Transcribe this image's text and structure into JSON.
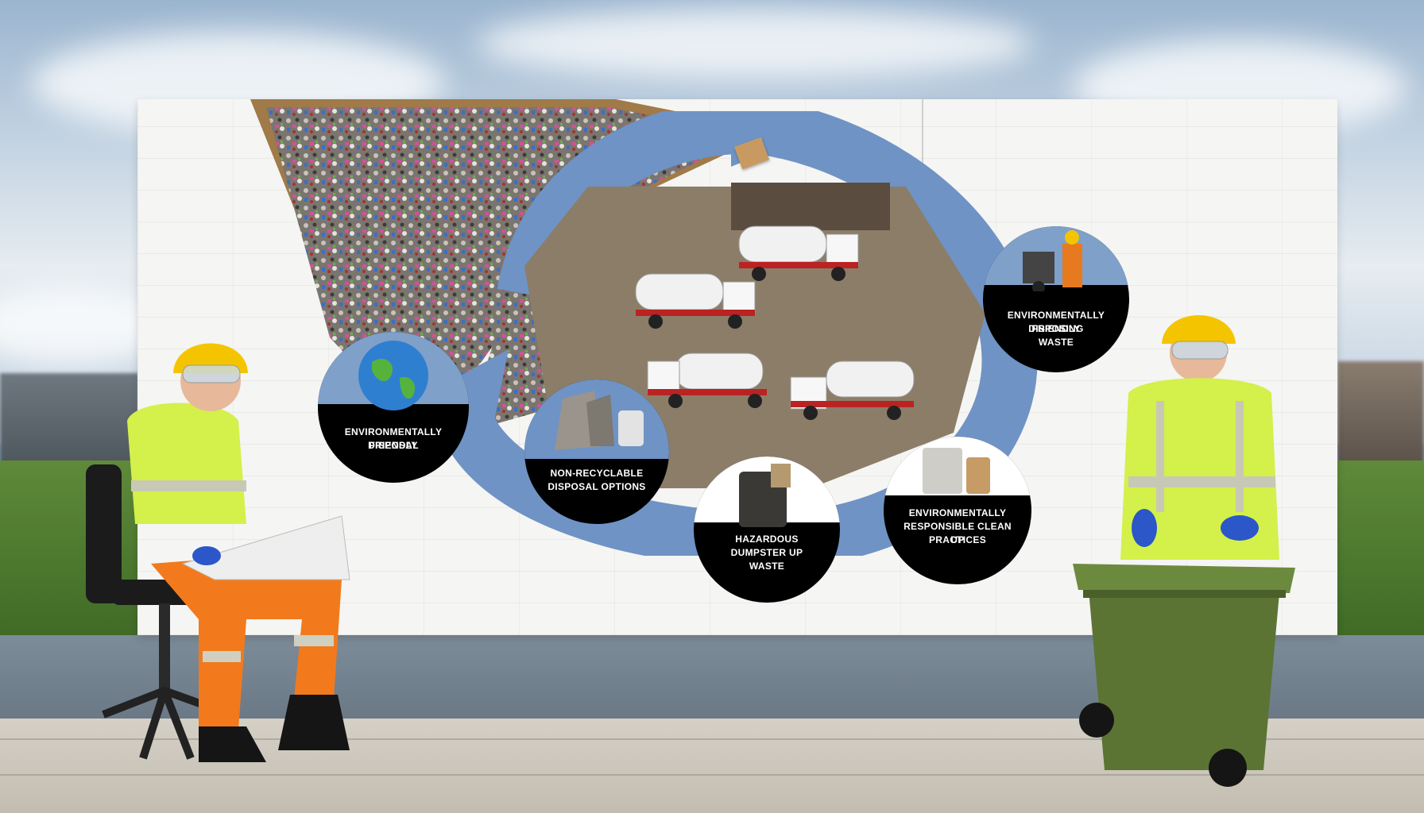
{
  "scene": {
    "colors": {
      "arrow": "#6f93c4",
      "circle_fill": "#000000",
      "circle_top": "#7fa0c8",
      "hi_vis": "#d4f04a",
      "hard_hat": "#f5c400",
      "bin": "#5b7434"
    },
    "icons": [
      "globe-icon",
      "bag-icon",
      "tanker-truck-icon",
      "hard-hat-icon",
      "wheelie-bin-icon"
    ]
  },
  "circles": [
    {
      "id": "environmental-disposal",
      "label_line1": "ENVIRONMENTALLY FRIENDLY",
      "label_line2": "DISPOSAL"
    },
    {
      "id": "non-recyclable",
      "label_line1": "NON-RECYCLABLE",
      "label_line2": "DISPOSAL OPTIONS"
    },
    {
      "id": "hazardous",
      "label_line1": "HAZARDOUS",
      "label_line2": "DUMPSTER UP",
      "label_line3": "WASTE"
    },
    {
      "id": "environmental-cleanup",
      "label_line1": "ENVIRONMENTALLY",
      "label_line2": "RESPONSIBLE CLEAN UP",
      "label_line3": "PRACTICES"
    },
    {
      "id": "environmentally-friendly-waste",
      "label_line1": "ENVIRONMENTALLY FRIENDLY",
      "label_line2": "DISPOSING",
      "label_line3": "WASTE"
    }
  ]
}
